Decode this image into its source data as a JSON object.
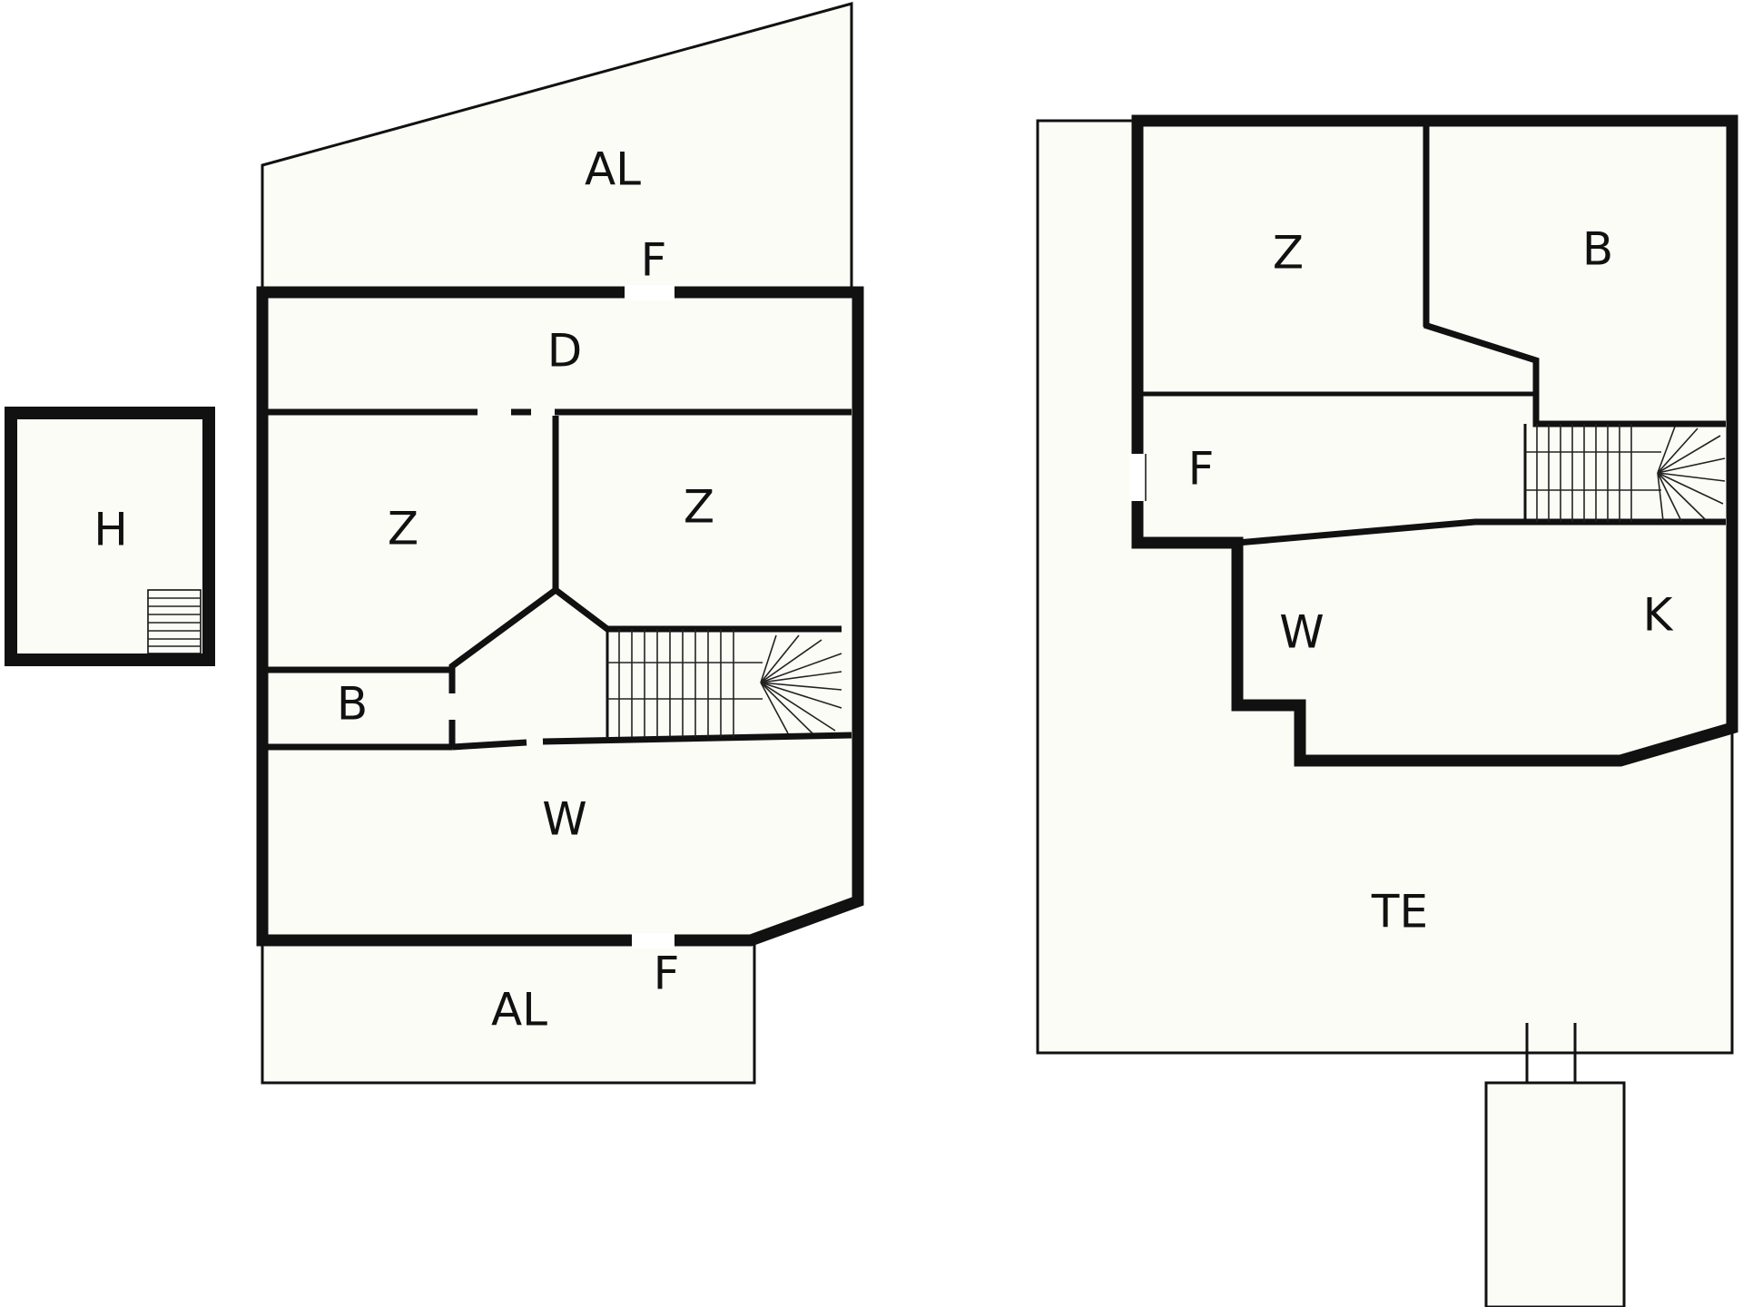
{
  "plans": {
    "upper": {
      "balcony_north": "AL",
      "door_north": "F",
      "room_d": "D",
      "bedroom_left": "Z",
      "bedroom_right": "Z",
      "bath": "B",
      "living": "W",
      "door_south": "F",
      "balcony_south": "AL"
    },
    "annex": {
      "room_h": "H"
    },
    "ground": {
      "bedroom": "Z",
      "bath": "B",
      "hall": "F",
      "living": "W",
      "kitchen": "K",
      "terrace": "TE"
    }
  }
}
